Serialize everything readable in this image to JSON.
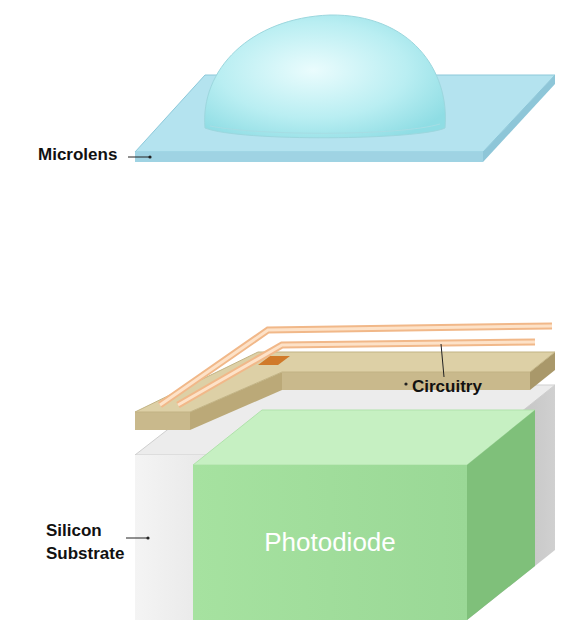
{
  "diagram": {
    "nodes": [
      {
        "text": [
          "Photodiode"
        ]
      }
    ],
    "labels": [
      "Microlens",
      "Circuitry",
      "Silicon Substrate"
    ]
  }
}
